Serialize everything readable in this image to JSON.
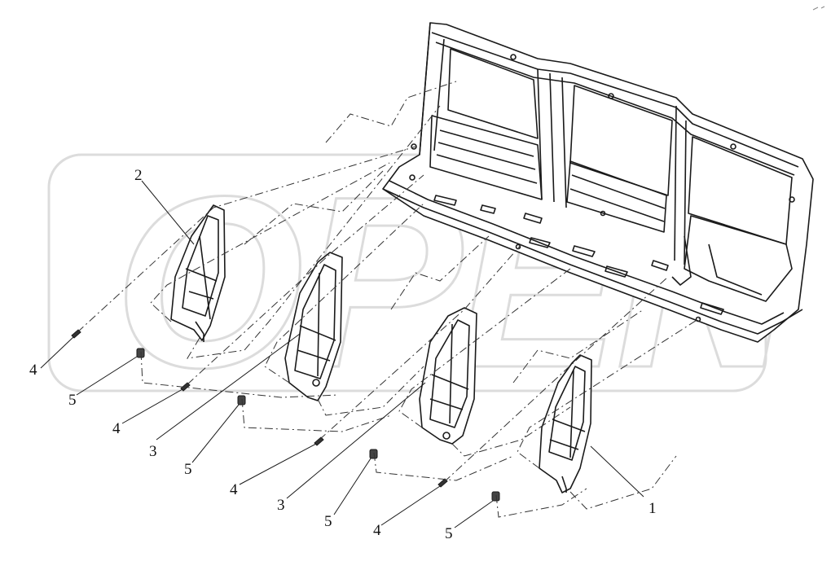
{
  "watermark": {
    "text": "OPEN"
  },
  "callouts": [
    {
      "id": "c2a",
      "text": "2"
    },
    {
      "id": "c1a",
      "text": "1"
    },
    {
      "id": "c3a",
      "text": "3"
    },
    {
      "id": "c3b",
      "text": "3"
    },
    {
      "id": "c4a",
      "text": "4"
    },
    {
      "id": "c4b",
      "text": "4"
    },
    {
      "id": "c4c",
      "text": "4"
    },
    {
      "id": "c4d",
      "text": "4"
    },
    {
      "id": "c5a",
      "text": "5"
    },
    {
      "id": "c5b",
      "text": "5"
    },
    {
      "id": "c5c",
      "text": "5"
    },
    {
      "id": "c5d",
      "text": "5"
    }
  ],
  "colors": {
    "line": "#1a1a1a",
    "watermark": "#dcdcdc"
  }
}
